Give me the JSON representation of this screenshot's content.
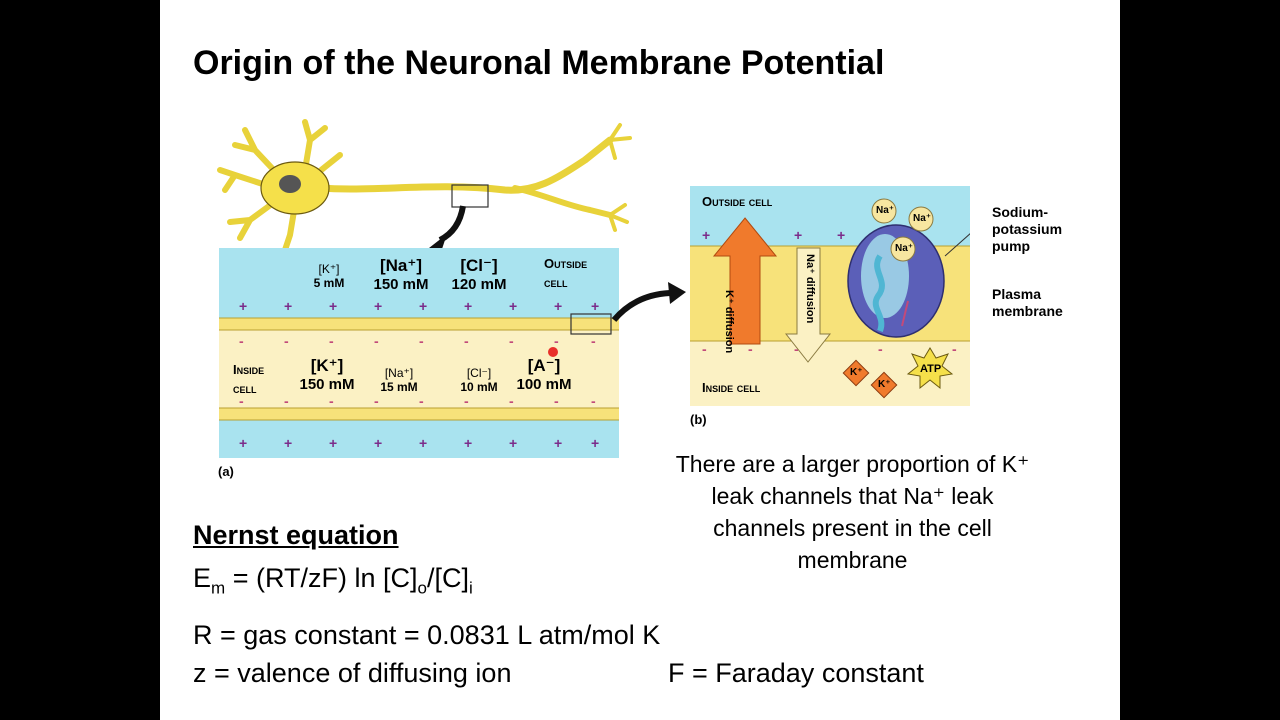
{
  "title": "Origin of the Neuronal Membrane Potential",
  "panel_a": {
    "label": "(a)",
    "outside": {
      "label_line1": "Outside",
      "label_line2": "cell",
      "ions": [
        {
          "ion": "[K⁺]",
          "conc": "5 mM"
        },
        {
          "ion": "[Na⁺]",
          "conc": "150 mM"
        },
        {
          "ion": "[Cl⁻]",
          "conc": "120 mM"
        }
      ]
    },
    "inside": {
      "label_line1": "Inside",
      "label_line2": "cell",
      "ions": [
        {
          "ion": "[K⁺]",
          "conc": "150 mM"
        },
        {
          "ion": "[Na⁺]",
          "conc": "15 mM"
        },
        {
          "ion": "[Cl⁻]",
          "conc": "10 mM"
        },
        {
          "ion": "[A⁻]",
          "conc": "100 mM"
        }
      ]
    }
  },
  "panel_b": {
    "label": "(b)",
    "outside": "Outside cell",
    "inside": "Inside cell",
    "k_diffusion": "K⁺ diffusion",
    "na_diffusion": "Na⁺ diffusion",
    "pump_label": [
      "Sodium-",
      "potassium",
      "pump"
    ],
    "membrane_label": [
      "Plasma",
      "membrane"
    ],
    "na_ion": "Na⁺",
    "k_ion": "K⁺",
    "atp": "ATP"
  },
  "caption": "There are a larger proportion of K⁺ leak channels that Na⁺ leak channels present in the cell membrane",
  "equations": {
    "heading": "Nernst equation",
    "nernst_lhs": "E",
    "nernst_lhs_sub": "m",
    "nernst_mid": " = (RT/zF)  ln [C]",
    "nernst_sub_o": "o",
    "nernst_slash": "/[C]",
    "nernst_sub_i": "i",
    "r_def": "R = gas constant = 0.0831 L atm/mol K",
    "z_def": "z = valence of diffusing ion",
    "f_def": "F = Faraday constant"
  },
  "colors": {
    "extracellular": "#a9e3ef",
    "cytoplasm": "#fbf1c4",
    "membrane": "#f7e27a",
    "neuron": "#f5e04a",
    "pump": "#5b5fb8",
    "k_arrow": "#f07a2c"
  }
}
